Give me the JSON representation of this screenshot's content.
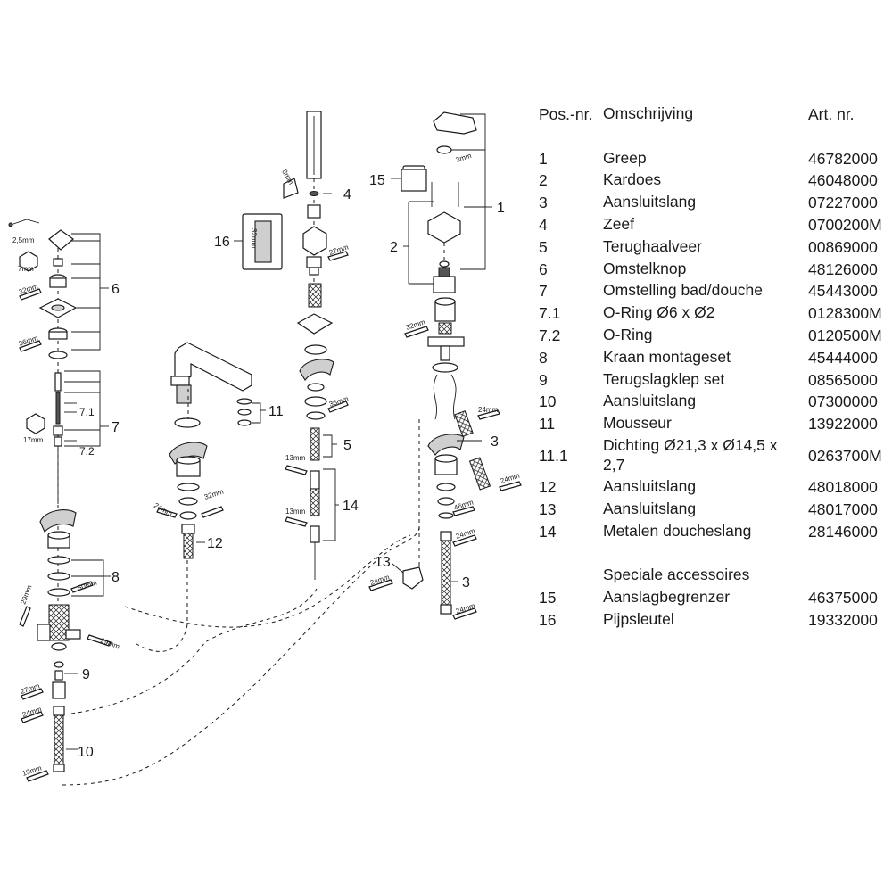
{
  "table": {
    "header": {
      "pos": "Pos.-nr.",
      "desc": "Omschrijving",
      "art": "Art. nr."
    },
    "rows": [
      {
        "pos": "1",
        "desc": "Greep",
        "art": "46782000"
      },
      {
        "pos": "2",
        "desc": "Kardoes",
        "art": "46048000"
      },
      {
        "pos": "3",
        "desc": "Aansluitslang",
        "art": "07227000"
      },
      {
        "pos": "4",
        "desc": "Zeef",
        "art": "0700200M"
      },
      {
        "pos": "5",
        "desc": "Terughaalveer",
        "art": "00869000"
      },
      {
        "pos": "6",
        "desc": "Omstelknop",
        "art": "48126000"
      },
      {
        "pos": "7",
        "desc": "Omstelling bad/douche",
        "art": "45443000"
      },
      {
        "pos": "7.1",
        "desc": "O-Ring Ø6 x Ø2",
        "art": "0128300M"
      },
      {
        "pos": "7.2",
        "desc": "O-Ring",
        "art": "0120500M"
      },
      {
        "pos": "8",
        "desc": "Kraan montageset",
        "art": "45444000"
      },
      {
        "pos": "9",
        "desc": "Terugslagklep set",
        "art": "08565000"
      },
      {
        "pos": "10",
        "desc": "Aansluitslang",
        "art": "07300000"
      },
      {
        "pos": "11",
        "desc": "Mousseur",
        "art": "13922000"
      },
      {
        "pos": "11.1",
        "desc": "Dichting Ø21,3 x Ø14,5 x 2,7",
        "art": "0263700M"
      },
      {
        "pos": "12",
        "desc": "Aansluitslang",
        "art": "48018000"
      },
      {
        "pos": "13",
        "desc": "Aansluitslang",
        "art": "48017000"
      },
      {
        "pos": "14",
        "desc": "Metalen doucheslang",
        "art": "28146000"
      }
    ],
    "section_title": "Speciale accessoires",
    "accessories": [
      {
        "pos": "15",
        "desc": "Aanslagbegrenzer",
        "art": "46375000"
      },
      {
        "pos": "16",
        "desc": "Pijpsleutel",
        "art": "19332000"
      }
    ]
  },
  "diagram": {
    "callouts": {
      "c1": "1",
      "c2": "2",
      "c3a": "3",
      "c3b": "3",
      "c4": "4",
      "c5": "5",
      "c6": "6",
      "c7": "7",
      "c71": "7.1",
      "c72": "7.2",
      "c8": "8",
      "c9": "9",
      "c10": "10",
      "c11": "11",
      "c12": "12",
      "c13": "13",
      "c14": "14",
      "c15": "15",
      "c16": "16"
    },
    "tools": {
      "t1": "2,5mm",
      "t2": "7mm",
      "t3": "32mm",
      "t4": "36mm",
      "t5": "17mm",
      "t6": "50mm",
      "t7": "29mm",
      "t8": "29mm",
      "t9": "27mm",
      "t10": "24mm",
      "t11": "19mm",
      "t12": "24mm",
      "t13": "32mm",
      "t14": "8mm",
      "t15": "27mm",
      "t16": "32mm",
      "t17": "36mm",
      "t18": "13mm",
      "t19": "13mm",
      "t20": "3mm",
      "t21": "32mm",
      "t22": "24mm",
      "t23": "24mm",
      "t24": "46mm",
      "t25": "24mm",
      "t26": "24mm",
      "t27": "24mm"
    }
  }
}
